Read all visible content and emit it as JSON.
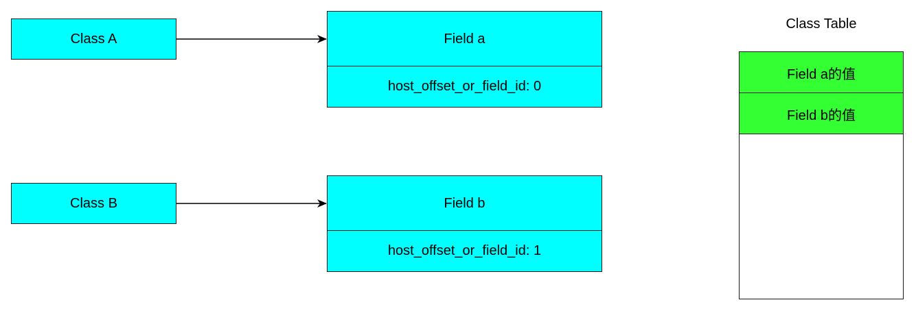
{
  "classes": [
    {
      "label": "Class A"
    },
    {
      "label": "Class B"
    }
  ],
  "fields": [
    {
      "name": "Field a",
      "id_text": "host_offset_or_field_id: 0"
    },
    {
      "name": "Field b",
      "id_text": "host_offset_or_field_id: 1"
    }
  ],
  "class_table": {
    "title": "Class Table",
    "rows": [
      "Field a的值",
      "Field b的值"
    ]
  },
  "colors": {
    "class_fill": "#00ffff",
    "value_fill": "#33ff33",
    "border": "#1a1a1a"
  }
}
